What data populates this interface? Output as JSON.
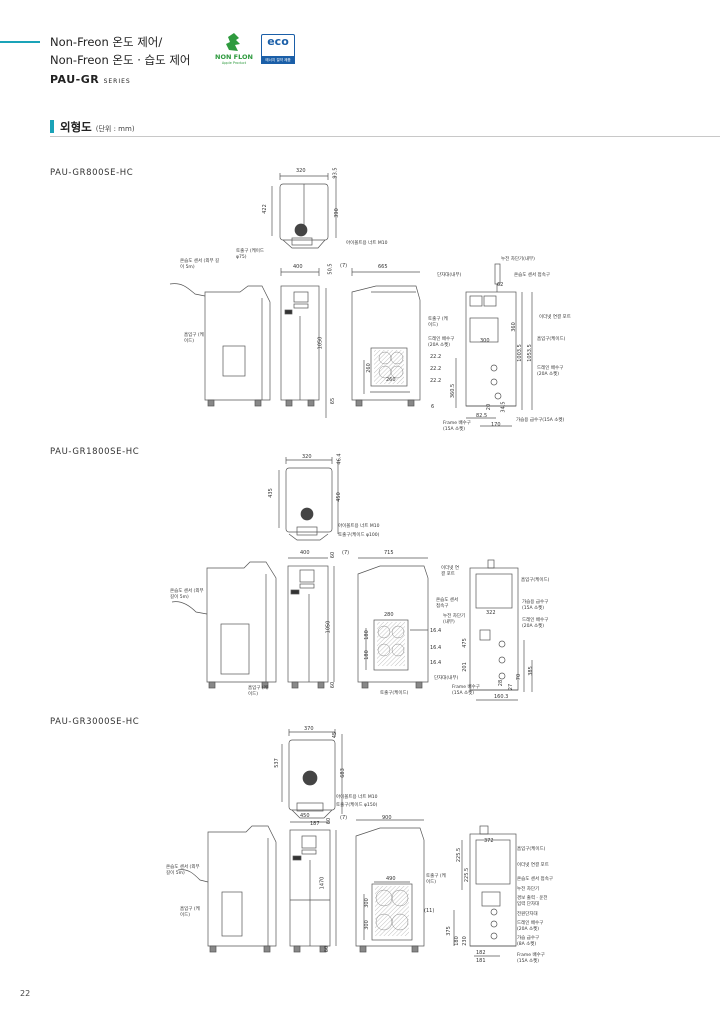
{
  "header": {
    "line1": "Non-Freon 온도 제어/",
    "line2": "Non-Freon 온도 · 습도 제어",
    "series_code": "PAU-GR",
    "series_word": "SERIES",
    "nonflon_logo_text": "NON FLON",
    "nonflon_sub": "Apple Product",
    "eco_logo_text": "eco",
    "eco_strip_text": "에너지 절약 제품"
  },
  "section": {
    "title": "외형도",
    "unit": "(단위 : mm)"
  },
  "drawings": [
    {
      "model": "PAU-GR800SE-HC",
      "dims": [
        "320",
        "93.5",
        "422",
        "390",
        "400",
        "50.5",
        "(7)",
        "665",
        "1050",
        "65",
        "260",
        "22.2",
        "22.2",
        "22.2",
        "260",
        "6",
        "62",
        "360",
        "300",
        "1003.5",
        "1053.5",
        "360.5",
        "82.5",
        "170",
        "34.5",
        "20"
      ],
      "labels": [
        "토출구 (케이드 φ75)",
        "아이볼트용 너트 M10",
        "온습도 센서 (외부 길이 5m)",
        "흡입구 (케이드)",
        "토출구 (케이드)",
        "누전 차단기(내부)",
        "단자대(내부)",
        "온습도 센서 접속구",
        "이더넷 연결 포트",
        "흡입구(케이드)",
        "드레인 배수구 (20A 소켓)",
        "드레인 배수구 (20A 소켓)",
        "Frame 배수구 (15A 소켓)",
        "가습용 급수구(15A 소켓)"
      ]
    },
    {
      "model": "PAU-GR1800SE-HC",
      "dims": [
        "320",
        "46.4",
        "435",
        "450",
        "400",
        "60",
        "(7)",
        "715",
        "1050",
        "60",
        "280",
        "180",
        "180",
        "16.4",
        "16.4",
        "16.4",
        "475",
        "322",
        "385",
        "160.3",
        "201",
        "70",
        "27",
        "28"
      ],
      "labels": [
        "아이볼트용 너트 M10",
        "토출구(케이드 φ100)",
        "온습도 센서 (외부 길이 5m)",
        "흡입구 (케이드)",
        "토출구(케이드)",
        "이더넷 연결 포트",
        "흡입구(케이드)",
        "온습도 센서 접속구",
        "누전 차단기 (내부)",
        "가습용 급수구 (15A 소켓)",
        "드레인 배수구 (20A 소켓)",
        "단자대(내부)",
        "Frame 배수구 (15A 소켓)"
      ]
    },
    {
      "model": "PAU-GR3000SE-HC",
      "dims": [
        "370",
        "45",
        "537",
        "683",
        "450",
        "60",
        "187",
        "(7)",
        "900",
        "1470",
        "60",
        "490",
        "300",
        "300",
        "(11)",
        "372",
        "225.5",
        "225.5",
        "375",
        "180",
        "230",
        "182",
        "181"
      ],
      "labels": [
        "아이볼트용 너트 M10",
        "토출구(케이드 φ150)",
        "온습도 센서 (외부 길이 5m)",
        "흡입구 (케이드)",
        "토출구 (케이드)",
        "흡입구(케이드)",
        "이더넷 연결 포트",
        "온습도 센서 접속구",
        "누전 차단기",
        "경보 출력 · 운전 입력 단자대",
        "전원단자대",
        "드레인 배수구 (20A 소켓)",
        "가습 급수구 (8A 소켓)",
        "Frame 배수구 (15A 소켓)"
      ]
    }
  ],
  "page_number": "22",
  "colors": {
    "accent": "#1aa3b8",
    "eco_blue": "#1b5fa8",
    "nonflon_green": "#2e9a3e",
    "line": "#555555"
  }
}
